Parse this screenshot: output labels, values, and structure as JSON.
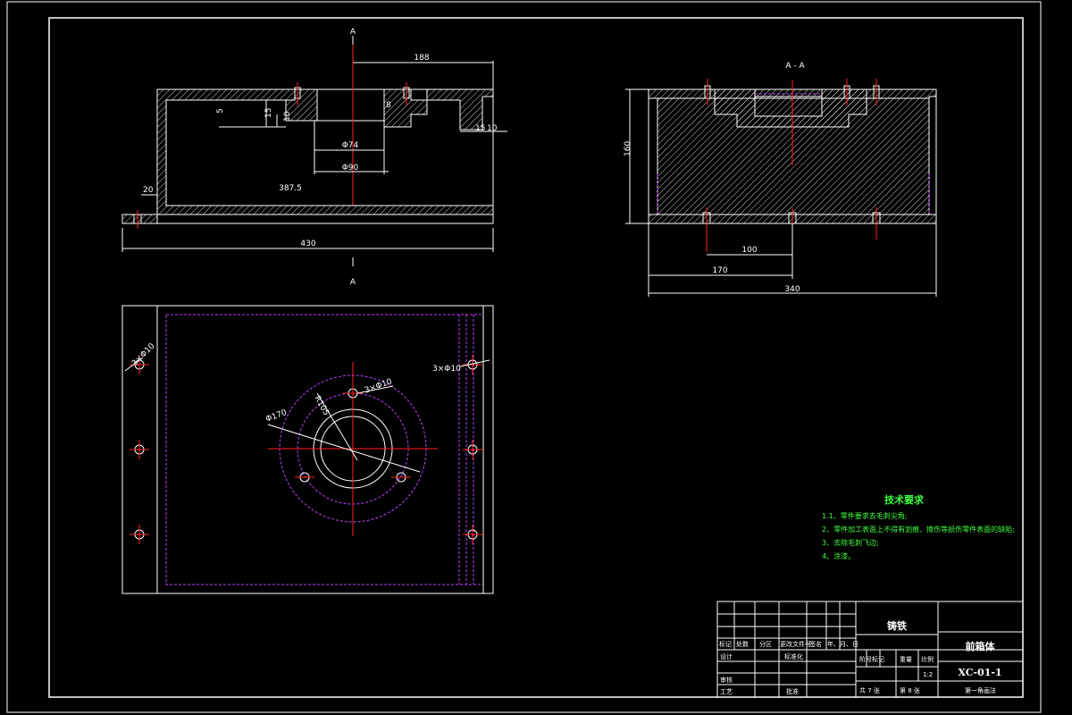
{
  "section": {
    "marker": "A",
    "title": "A - A"
  },
  "front_view": {
    "dims": {
      "d188": "188",
      "d8": "8",
      "d15a": "15",
      "d10a": "10",
      "d5": "5",
      "d15b": "15",
      "d10b": "10",
      "dia74": "Φ74",
      "dia90": "Φ90",
      "d20": "20",
      "d387": "387.5",
      "d430": "430"
    }
  },
  "section_view": {
    "dims": {
      "d160": "160",
      "d100": "100",
      "d170": "170",
      "d340": "340"
    }
  },
  "top_view": {
    "dims": {
      "holes_left": "3×Φ10",
      "holes_right": "3×Φ10",
      "holes_center": "3×Φ10",
      "r105": "R105",
      "dia170": "Φ170"
    }
  },
  "requirements": {
    "title": "技术要求",
    "items": [
      "1.1、零件要求去毛刺尖角;",
      "2、零件加工表面上不得有划痕、擦伤等损伤零件表面的缺陷;",
      "3、去除毛刺飞边;",
      "4、涂漆。"
    ]
  },
  "title_block": {
    "material": "铸铁",
    "part_name": "前箱体",
    "drawing_no": "XC-01-1",
    "header_cells": [
      "标记",
      "处数",
      "分区",
      "更改文件号",
      "签名",
      "年、月、日"
    ],
    "row_design": "设计",
    "row_standard": "标准化",
    "row_check": "审核",
    "row_process": "工艺",
    "row_approve": "批准",
    "stage_mark": "阶段标记",
    "weight": "重量",
    "scale_label": "比例",
    "scale_value": "1:2",
    "sheets": "共 7 张",
    "sheet_no": "第 8 张",
    "projection": "第一角画法"
  }
}
